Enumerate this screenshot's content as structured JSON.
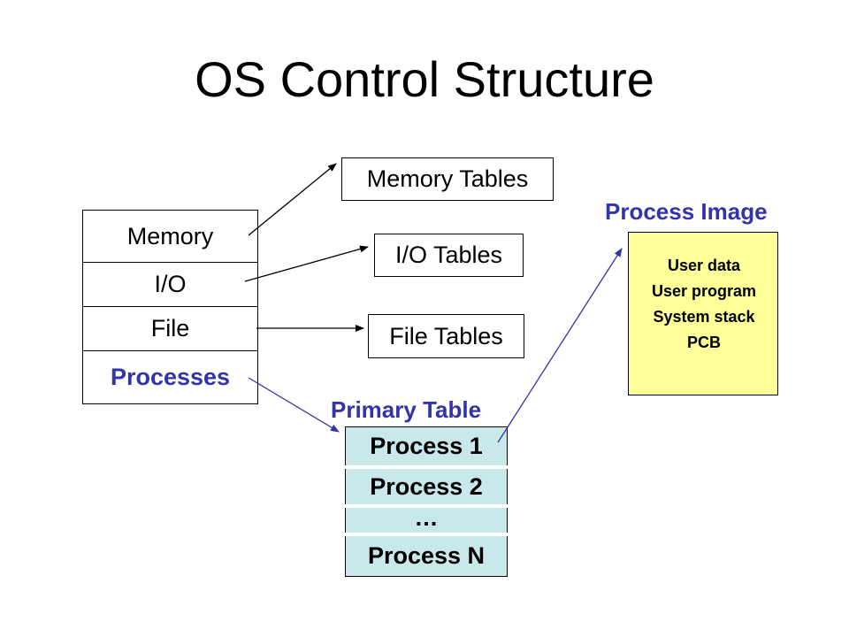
{
  "title": "OS Control Structure",
  "colors": {
    "accent": "#3333aa",
    "teal_fill": "#c8e8ec",
    "yellow_fill": "#ffff99"
  },
  "os_tables": [
    "Memory",
    "I/O",
    "File",
    "Processes"
  ],
  "resource_tables": [
    "Memory Tables",
    "I/O Tables",
    "File Tables"
  ],
  "primary_table": {
    "heading": "Primary Table",
    "rows": [
      "Process 1",
      "Process 2",
      "…",
      "Process N"
    ]
  },
  "process_image": {
    "heading": "Process Image",
    "lines": [
      "User data",
      "User program",
      "System stack",
      "PCB"
    ]
  }
}
